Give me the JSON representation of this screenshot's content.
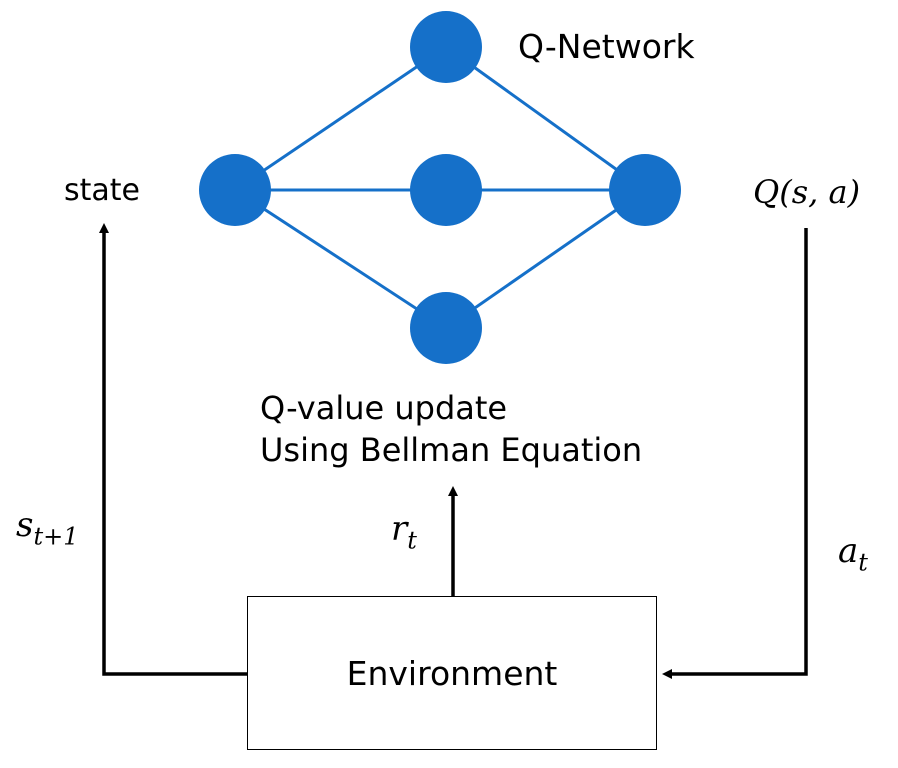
{
  "network": {
    "title": "Q-Network",
    "node_color": "#1570c9",
    "edge_color": "#1570c9"
  },
  "labels": {
    "state": "state",
    "q_function": "Q(s, a)",
    "update_line1": "Q-value update",
    "update_line2": "Using Bellman Equation",
    "next_state_base": "s",
    "next_state_sub": "t+1",
    "reward_base": "r",
    "reward_sub": "t",
    "action_base": "a",
    "action_sub": "t"
  },
  "environment": {
    "label": "Environment"
  },
  "colors": {
    "arrow": "#000000",
    "text": "#000000"
  }
}
